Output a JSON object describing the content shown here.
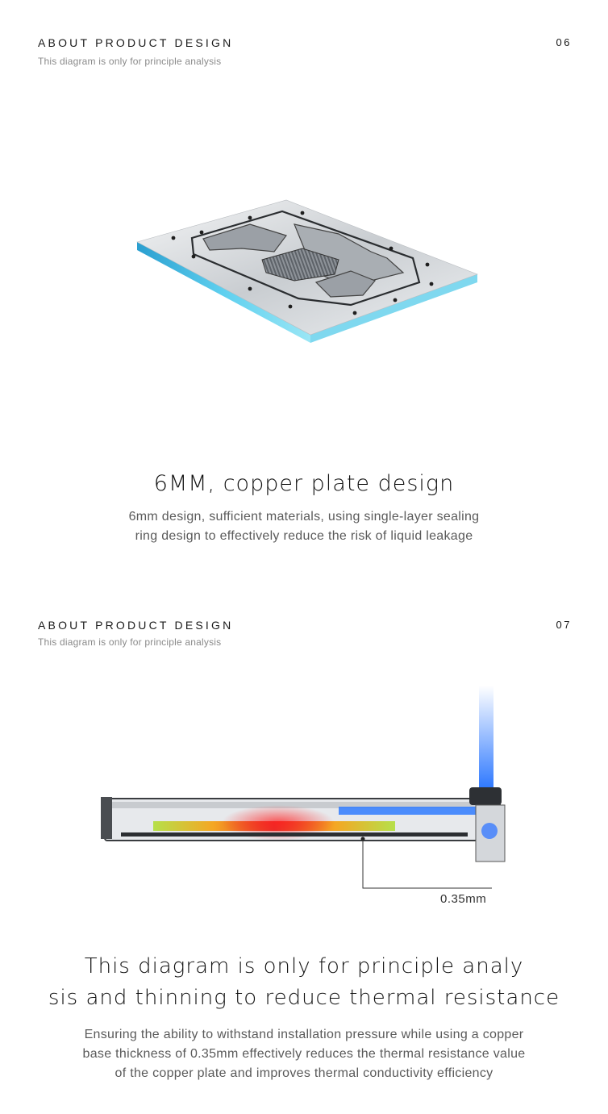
{
  "section1": {
    "title": "ABOUT PRODUCT DESIGN",
    "subtitle": "This diagram is only for principle analysis",
    "number": "06",
    "heading": "6MM, copper plate design",
    "body_line1": "6mm design, sufficient materials, using single-layer sealing",
    "body_line2": "ring design to effectively reduce the risk of liquid leakage"
  },
  "section2": {
    "title": "ABOUT PRODUCT DESIGN",
    "subtitle": "This diagram is only for principle analysis",
    "number": "07",
    "dimension_label": "0.35mm",
    "heading_line1": "This diagram is only for principle analy",
    "heading_line2": "sis and thinning to reduce thermal resistance",
    "body_line1": "Ensuring the ability to withstand installation pressure while using a copper",
    "body_line2": "base thickness of 0.35mm effectively reduces the thermal resistance value",
    "body_line3": "of the copper plate and improves thermal conductivity efficiency"
  },
  "colors": {
    "plate_edge": "#3fb8e0",
    "plate_surface": "#d9dcdf",
    "heat_hot": "#e0302a",
    "heat_warm": "#f5a623",
    "heat_cool": "#b6e04a",
    "coolant_blue": "#1f6fff"
  }
}
